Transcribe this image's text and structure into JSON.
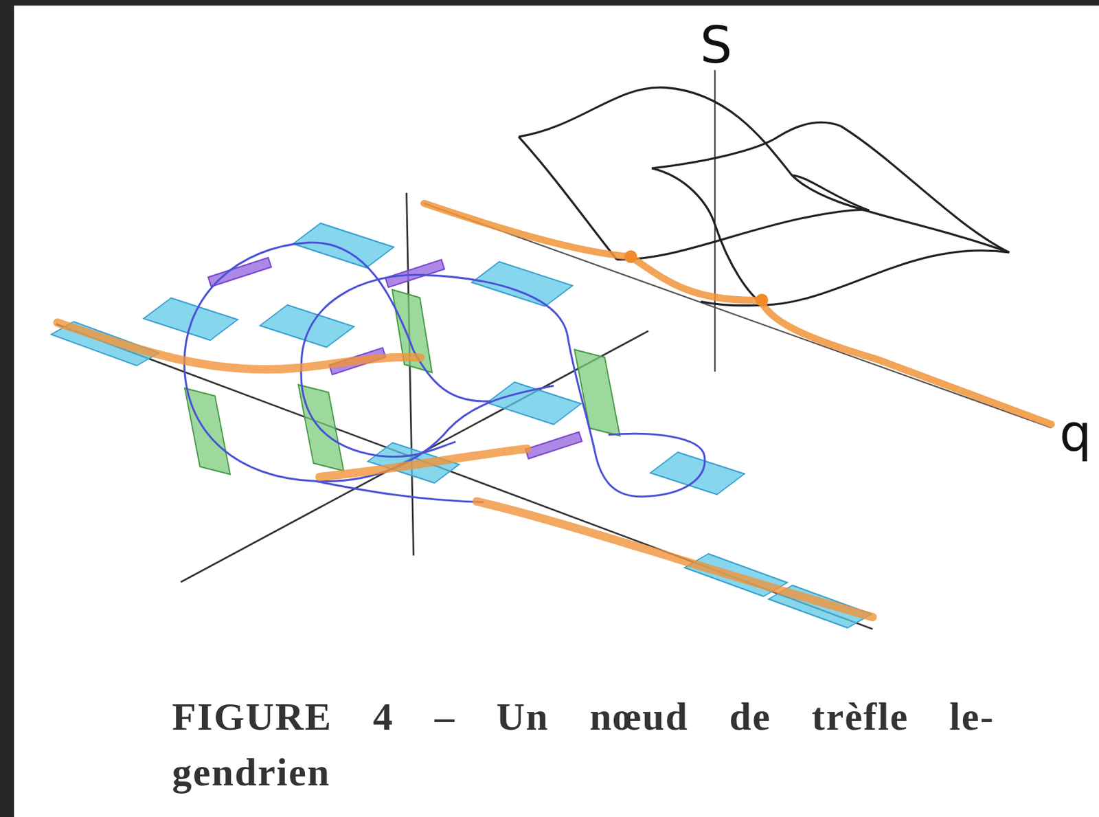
{
  "diagram": {
    "caption": "FIGURE 4 – Un nœud de trèfle le- gendrien",
    "labels": [
      "S",
      "q"
    ]
  }
}
